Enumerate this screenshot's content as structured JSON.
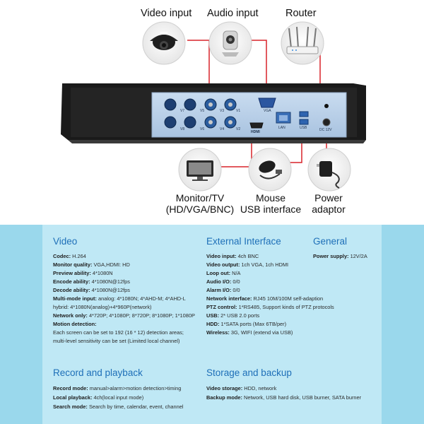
{
  "diagram": {
    "top_labels": {
      "video_input": "Video input",
      "audio_input": "Audio input",
      "router": "Router"
    },
    "bottom_labels": {
      "monitor": [
        "Monitor/TV",
        "(HD/VGA/BNC)"
      ],
      "mouse": [
        "Mouse",
        "USB interface"
      ],
      "power": [
        "Power",
        "adaptor"
      ]
    },
    "panel_labels": {
      "v7": "V7",
      "v5": "V5",
      "v3": "V3",
      "v1": "V1",
      "v8": "V8",
      "v6": "V6",
      "v4": "V4",
      "v2": "V2",
      "vga": "VGA",
      "hdmi": "HDMI",
      "lan": "LAN",
      "usb": "USB",
      "dc": "DC 12V"
    }
  },
  "spec": {
    "video": {
      "title": "Video",
      "rows": [
        {
          "label": "Codec:",
          "value": "H.264"
        },
        {
          "label": "Monitor quality:",
          "value": "VGA,HDMI: HD"
        },
        {
          "label": "Preview ability:",
          "value": "4*1080N"
        },
        {
          "label": "Encode ability:",
          "value": "4*1080N@12fps"
        },
        {
          "label": "Decode ability:",
          "value": "4*1080N@12fps"
        },
        {
          "label": "Multi-mode input:",
          "value": "analog: 4*1080N; 4*AHD-M; 4*AHD-L"
        },
        {
          "label": "",
          "value": "hybrid: 4*1080N(analog)+4*960P(network)"
        },
        {
          "label": "Network only:",
          "value": "4*720P; 4*1080P; 8*720P; 8*1080P; 1*1080P"
        },
        {
          "label": "Motion detection:",
          "value": ""
        },
        {
          "label": "",
          "value": "Each screen can be set to 192 (16 * 12) detection areas;"
        },
        {
          "label": "",
          "value": "multi-level sensitivity can be set (Limited local channel)"
        }
      ]
    },
    "external": {
      "title": "External Interface",
      "rows": [
        {
          "label": "Video input:",
          "value": "4ch BNC"
        },
        {
          "label": "Video output:",
          "value": "1ch VGA, 1ch HDMI"
        },
        {
          "label": "Loop out:",
          "value": "N/A"
        },
        {
          "label": "Audio I/O:",
          "value": "0/0"
        },
        {
          "label": "Alarm I/O:",
          "value": "0/0"
        },
        {
          "label": "Network interface:",
          "value": "RJ45 10M/100M self-adaption"
        },
        {
          "label": "PTZ control:",
          "value": "1*RS485, Support kinds of PTZ protocols"
        },
        {
          "label": "USB:",
          "value": "2* USB 2.0 ports"
        },
        {
          "label": "HDD:",
          "value": "1*SATA ports (Max 6TB/per)"
        },
        {
          "label": "Wireless:",
          "value": "3G, WIFI (extend via USB)"
        }
      ]
    },
    "general": {
      "title": "General",
      "rows": [
        {
          "label": "Power supply:",
          "value": "12V/2A"
        }
      ]
    },
    "record": {
      "title": "Record and playback",
      "rows": [
        {
          "label": "Record mode:",
          "value": "manual>alarm>motion detection>timing"
        },
        {
          "label": "Local playback:",
          "value": "4ch(local input mode)"
        },
        {
          "label": "Search mode:",
          "value": "Search by time, calendar, event, channel"
        }
      ]
    },
    "storage": {
      "title": "Storage and backup",
      "rows": [
        {
          "label": "Video storage:",
          "value": "HDD, network"
        },
        {
          "label": "Backup mode:",
          "value": "Network, USB hard disk, USB burner, SATA burner"
        }
      ]
    }
  }
}
